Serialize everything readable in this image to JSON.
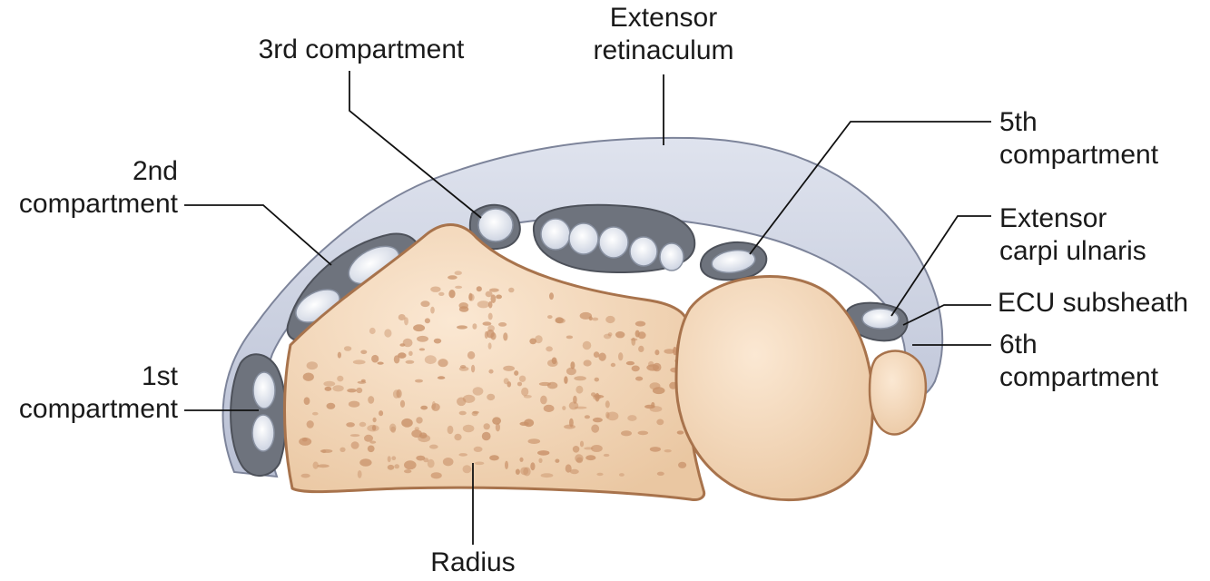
{
  "labels": {
    "extensor_retinaculum": [
      "Extensor",
      "retinaculum"
    ],
    "third_compartment": [
      "3rd compartment"
    ],
    "second_compartment": [
      "2nd",
      "compartment"
    ],
    "first_compartment": [
      "1st",
      "compartment"
    ],
    "fifth_compartment": [
      "5th",
      "compartment"
    ],
    "extensor_carpi_ulnaris": [
      "Extensor",
      "carpi ulnaris"
    ],
    "ecu_subsheath": [
      "ECU subsheath"
    ],
    "sixth_compartment": [
      "6th",
      "compartment"
    ],
    "radius": [
      "Radius"
    ]
  },
  "colors": {
    "retinaculum": "#c9cfe0",
    "sheath_dark": "#6e737d",
    "tendon": "#e8ecf4",
    "bone": "#f1d5b6",
    "bone_outline": "#a8734c",
    "pore": "#c9926a",
    "leader_line": "#111111"
  }
}
